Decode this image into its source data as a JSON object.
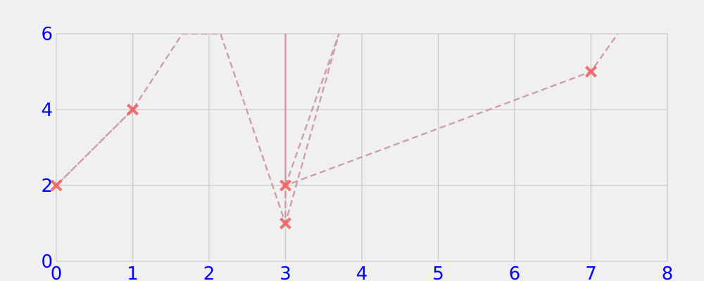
{
  "chart_data": {
    "type": "line",
    "title": "",
    "xlabel": "",
    "ylabel": "",
    "xlim": [
      0,
      8
    ],
    "ylim": [
      0,
      6
    ],
    "x_ticks": [
      0,
      1,
      2,
      3,
      4,
      5,
      6,
      7,
      8
    ],
    "y_ticks": [
      0,
      2,
      4,
      6
    ],
    "x_tick_labels": [
      "0",
      "1",
      "2",
      "3",
      "4",
      "5",
      "6",
      "7",
      "8"
    ],
    "y_tick_labels": [
      "0",
      "2",
      "4",
      "6"
    ],
    "grid": true,
    "series": [
      {
        "line_style": "dashed",
        "marker": "x",
        "points": [
          {
            "x": 1,
            "y": 4
          },
          {
            "x": 0,
            "y": 2
          },
          {
            "x": 1,
            "y": 4
          },
          {
            "x": 1.65,
            "y": 6
          },
          {
            "x": 2.15,
            "y": 6
          },
          {
            "x": 3,
            "y": 1
          },
          {
            "x": 3,
            "y": 6
          },
          {
            "x": 3,
            "y": 2
          },
          {
            "x": 3.7,
            "y": 6
          },
          {
            "x": 3,
            "y": 1
          },
          {
            "x": 3,
            "y": 2
          },
          {
            "x": 7,
            "y": 5
          },
          {
            "x": 7.35,
            "y": 6
          }
        ],
        "markers": [
          {
            "x": 0,
            "y": 2
          },
          {
            "x": 1,
            "y": 4
          },
          {
            "x": 3,
            "y": 2
          },
          {
            "x": 3,
            "y": 1
          },
          {
            "x": 7,
            "y": 5
          }
        ]
      }
    ],
    "colors": {
      "background": "#f0f0f0",
      "grid": "#cbcbcb",
      "tick_labels": "#0000ff",
      "line": "#c8909a",
      "marker": "#f26464"
    }
  }
}
